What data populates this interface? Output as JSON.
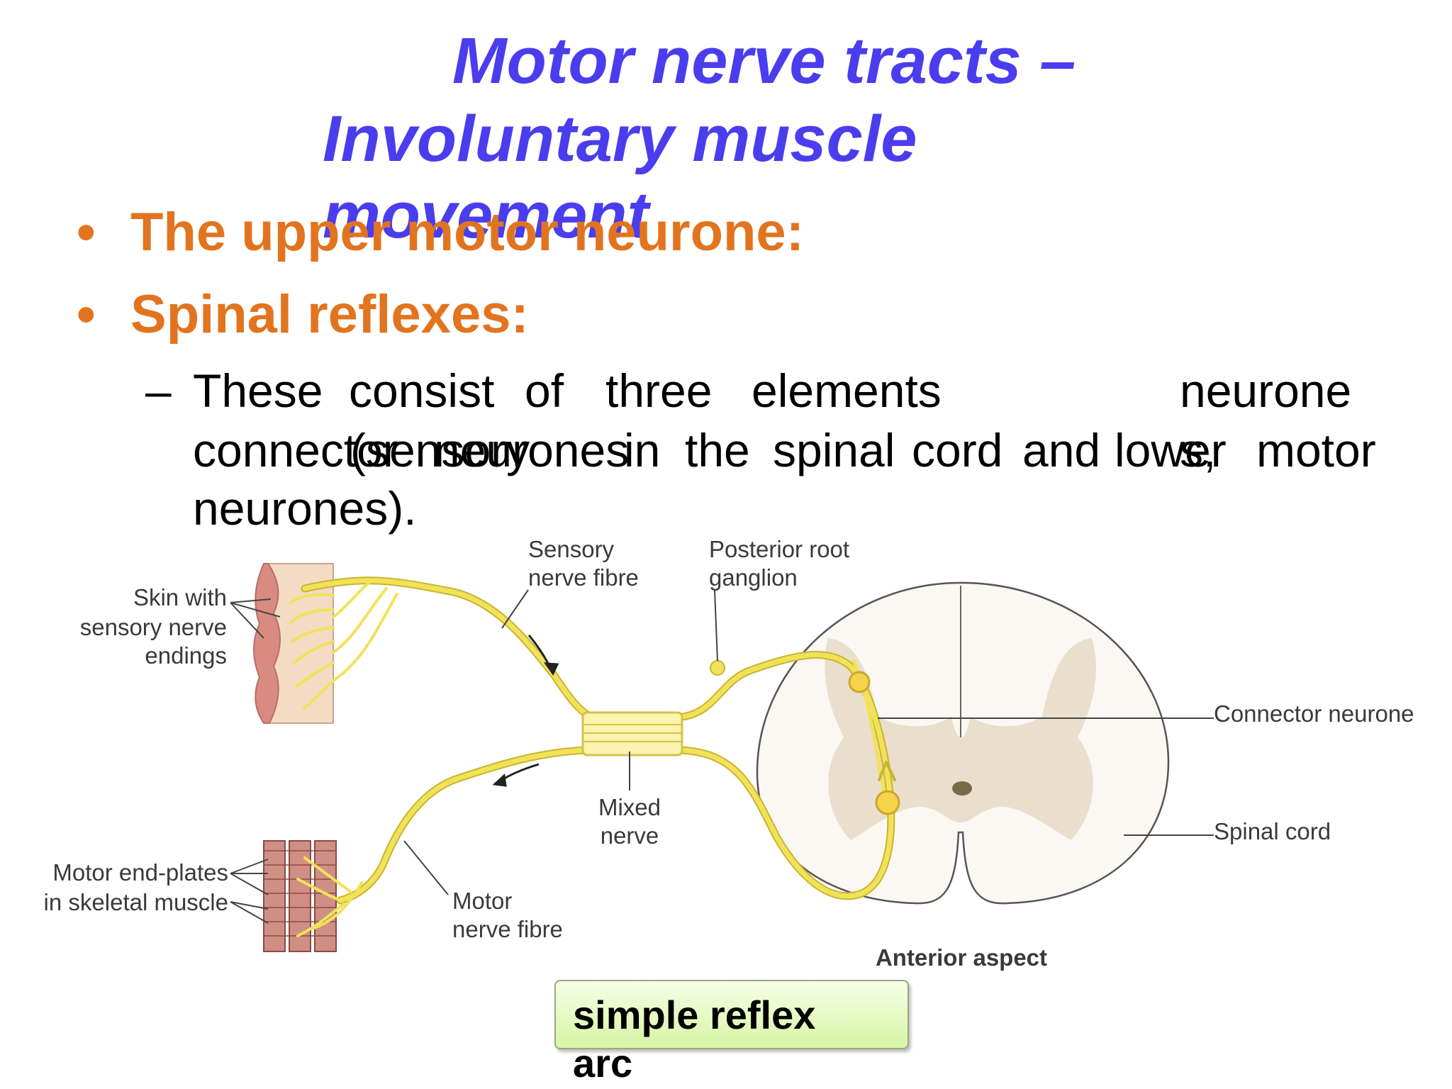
{
  "slide": {
    "title_line1": "Motor nerve tracts –",
    "title_line2": "Involuntary muscle",
    "title_line3": "movement",
    "bullets": [
      "The upper motor neurone:",
      "Spinal reflexes:"
    ],
    "bullet_symbol": "•",
    "sub_bullet_dash": "–",
    "sub_bullet_words_line1": [
      "These",
      "consist",
      "of",
      "three",
      "elements",
      "neurone"
    ],
    "sub_bullet_words_line2": [
      "connector",
      "neurones",
      "in",
      "the",
      "spinal",
      "cord",
      "and",
      "lower",
      "motor"
    ],
    "sub_bullet_overlay_line2": [
      "(sensory",
      "s,"
    ],
    "sub_bullet_line3": "neurones).",
    "callout_text": "simple reflex arc"
  },
  "diagram": {
    "labels": {
      "skin": [
        "Skin with",
        "sensory nerve",
        "endings"
      ],
      "sensory_fibre": [
        "Sensory",
        "nerve fibre"
      ],
      "posterior_root": [
        "Posterior root",
        "ganglion"
      ],
      "connector": "Connector neurone",
      "spinal_cord": "Spinal cord",
      "mixed_nerve": [
        "Mixed",
        "nerve"
      ],
      "motor_end_plates": [
        "Motor end-plates",
        "in skeletal muscle"
      ],
      "motor_fibre": [
        "Motor",
        "nerve fibre"
      ],
      "anterior": "Anterior aspect"
    }
  },
  "colors": {
    "title": "#4a3ded",
    "bullet": "#e2741f",
    "nerve": "#f2e25a",
    "grey_matter": "#eadfcd",
    "callout_fill": "#d6f5a4"
  }
}
